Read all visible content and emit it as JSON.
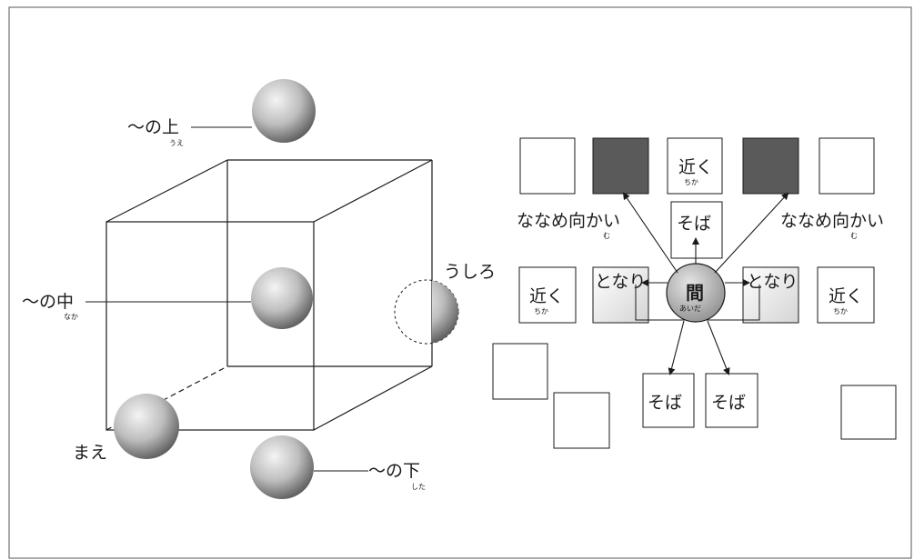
{
  "cube_labels": {
    "ue": {
      "text": "～の上",
      "ruby": "うえ"
    },
    "naka": {
      "text": "～の中",
      "ruby": "なか"
    },
    "shita": {
      "text": "～の下",
      "ruby": "した"
    },
    "mae": {
      "text": "まえ"
    },
    "ushiro": {
      "text": "うしろ"
    }
  },
  "grid_labels": {
    "center": {
      "text": "間",
      "ruby": "あいだ"
    },
    "tonari": "となり",
    "chikaku": {
      "text": "近く",
      "ruby": "ちか"
    },
    "soba": "そば",
    "naname": {
      "text": "ななめ向かい",
      "ruby": "む"
    }
  },
  "colors": {
    "line": "#1a1a1a",
    "dark_square": "#555555",
    "light_square": "#d8d8d8",
    "sphere_light": "#f2f2f2",
    "sphere_dark": "#6a6a6a"
  }
}
